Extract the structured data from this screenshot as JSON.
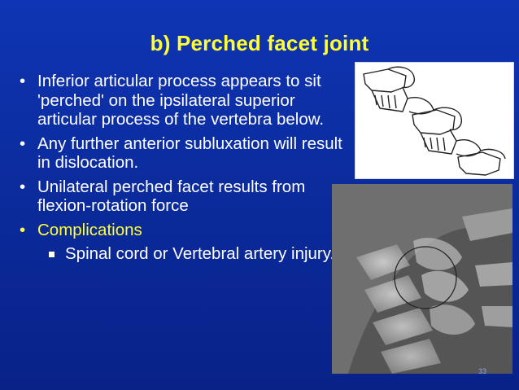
{
  "slide": {
    "title": "b) Perched facet joint",
    "bullets": [
      {
        "text": "Inferior articular process  appears to sit 'perched' on the ipsilateral superior articular process of the vertebra below."
      },
      {
        "text": "Any further anterior subluxation will result in dislocation."
      },
      {
        "text": "Unilateral perched facet results from flexion-rotation force"
      },
      {
        "text": "Complications",
        "color": "#ffff33"
      }
    ],
    "sub_bullets": [
      {
        "text": "Spinal cord or Vertebral artery injury."
      }
    ],
    "bullet_glyph": "•",
    "page_number": "33"
  },
  "images": {
    "diagram": "vertebra-facet-line-drawing",
    "xray": "cervical-spine-lateral-xray"
  },
  "colors": {
    "background": "#0d2c9c",
    "title": "#ffff33",
    "text": "#ffffff",
    "highlight": "#ffff33"
  }
}
